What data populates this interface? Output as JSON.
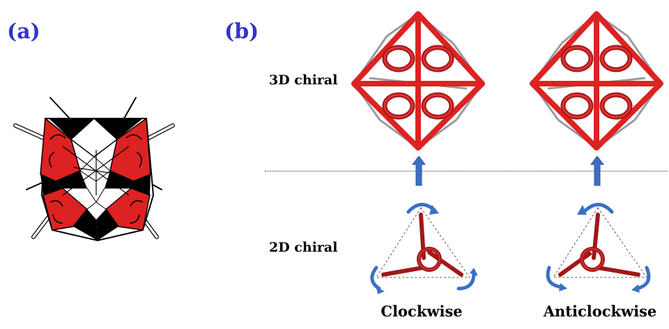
{
  "labels": {
    "panel_a": "(a)",
    "panel_b": "(b)",
    "row_3d": "3D chiral",
    "row_2d": "2D chiral",
    "clockwise": "Clockwise",
    "anticlockwise": "Anticlockwise"
  },
  "colors": {
    "label_blue": "#3333cc",
    "strut_red": "#dd2222",
    "dark_red": "#a01818",
    "arrow_blue": "#3a6fc4",
    "wire_grey": "#9a9aa0"
  },
  "icons": {
    "panel_a_figure": "chiral-cube-model-icon",
    "octahedron": "chiral-octahedron-icon",
    "triangle": "chiral-triangle-icon",
    "up_arrow": "up-arrow-icon",
    "curved_arrow": "curved-arrow-icon"
  }
}
